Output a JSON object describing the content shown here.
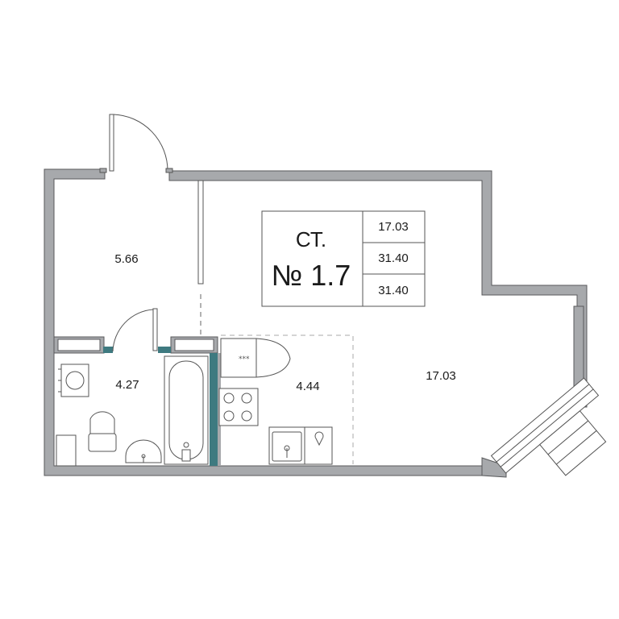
{
  "apartment": {
    "type_label": "СТ.",
    "number_label": "№ 1.7",
    "living_area": "17.03",
    "total_area": "31.40",
    "total_area_with_balcony": "31.40"
  },
  "rooms": {
    "hallway": "5.66",
    "bathroom": "4.27",
    "kitchen": "4.44",
    "living_room": "17.03"
  },
  "colors": {
    "wall": "#a7a9ac",
    "wall_stroke": "#58595b",
    "accent": "#3e7a80",
    "line": "#555555"
  }
}
